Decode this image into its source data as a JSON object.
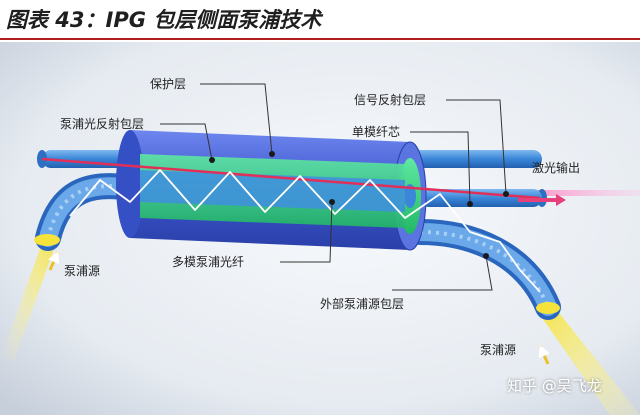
{
  "title": "图表 43：IPG 包层侧面泵浦技术",
  "diagram": {
    "labels": {
      "protective_layer": "保护层",
      "pump_reflective_cladding": "泵浦光反射包层",
      "signal_reflective_cladding": "信号反射包层",
      "single_mode_core": "单模纤芯",
      "laser_output": "激光输出",
      "pump_source_left": "泵浦源",
      "multimode_pump_fiber": "多模泵浦光纤",
      "external_pump_cladding": "外部泵浦源包层",
      "pump_source_right": "泵浦源"
    },
    "colors": {
      "title_rule": "#b11e22",
      "protective_layer": "#4a64d8",
      "pump_cladding": "#2fd07a",
      "fiber": "#3a86d8",
      "single_mode_core": "#e0305a",
      "laser_output": "#e8407a",
      "pump_light": "#f2e22a"
    }
  },
  "watermark": "知乎 @吴飞龙"
}
